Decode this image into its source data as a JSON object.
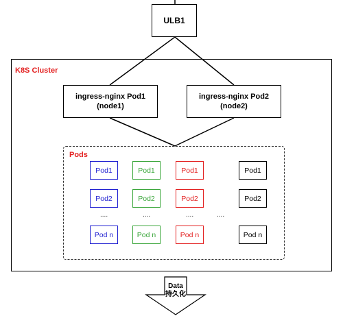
{
  "colors": {
    "label_red": "#e32020",
    "col1": "#1f1fd1",
    "col2": "#3aa63a",
    "col3": "#e32020",
    "col4": "#000000"
  },
  "ulb": {
    "label": "ULB1"
  },
  "cluster": {
    "label": "K8S Cluster"
  },
  "ingress": [
    {
      "line1": "ingress-nginx Pod1",
      "line2": "(node1)"
    },
    {
      "line1": "ingress-nginx Pod2",
      "line2": "(node2)"
    }
  ],
  "pods": {
    "label": "Pods",
    "rows": [
      [
        "Pod1",
        "Pod1",
        "Pod1",
        "Pod1"
      ],
      [
        "Pod2",
        "Pod2",
        "Pod2",
        "Pod2"
      ],
      [
        "Pod n",
        "Pod n",
        "Pod n",
        "Pod n"
      ]
    ],
    "ellipsis": "....",
    "ellipsis_between": "...."
  },
  "data_arrow": {
    "line1": "Data",
    "line2": "持久化"
  }
}
